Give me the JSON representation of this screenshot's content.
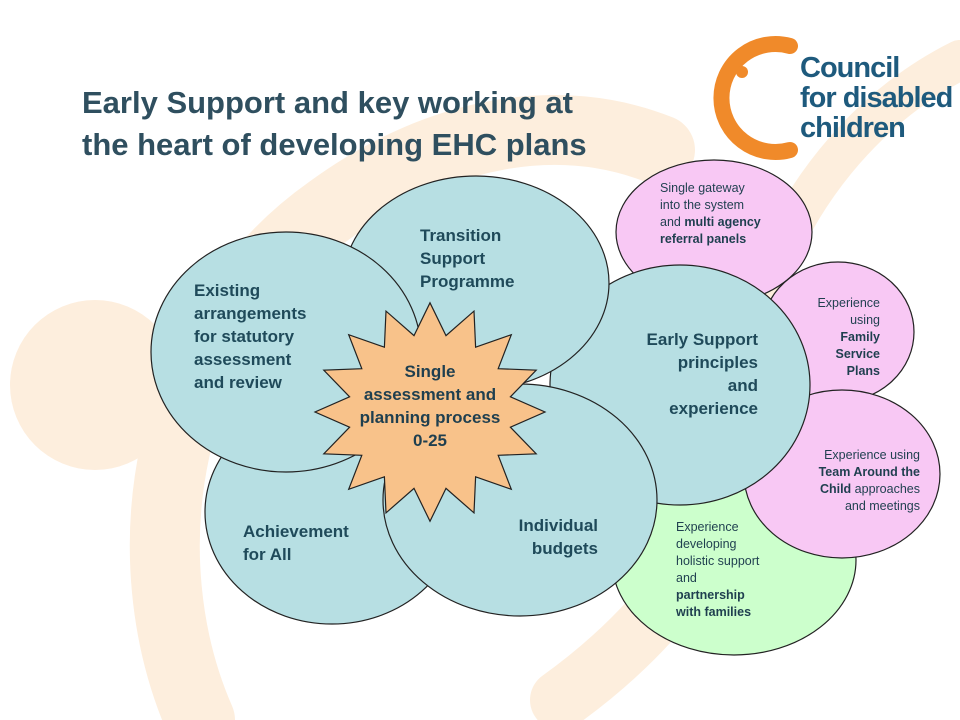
{
  "title": {
    "line1": "Early Support and key working at",
    "line2": "the heart of developing EHC plans"
  },
  "logo": {
    "line1": "Council",
    "line2": "for disabled",
    "line3": "children",
    "color_orange": "#f08a2a",
    "color_blue": "#1e5a7d"
  },
  "colors": {
    "teal_circle": "#b7dfe3",
    "pink_circle": "#f8c8f4",
    "green_circle": "#ccffcc",
    "star": "#f8c28a",
    "background_arc": "#fdeedd",
    "title": "#2f4f5f"
  },
  "teal_circles": {
    "transition": [
      "Transition",
      "Support",
      "Programme"
    ],
    "existing": [
      "Existing",
      "arrangements",
      "for statutory",
      "assessment",
      "and review"
    ],
    "early_support": [
      "Early Support",
      "principles",
      "and",
      "experience"
    ],
    "achievement": [
      "Achievement",
      "for All"
    ],
    "budgets": [
      "Individual",
      "budgets"
    ]
  },
  "star": {
    "lines": [
      "Single",
      "assessment and",
      "planning process",
      "0-25"
    ]
  },
  "side_circles": {
    "gateway": {
      "plain": [
        "Single gateway",
        "into the system",
        "and "
      ],
      "bold": [
        "multi agency",
        "referral panels"
      ]
    },
    "family": {
      "plain": [
        "Experience",
        "using"
      ],
      "bold": [
        "Family",
        "Service",
        "Plans"
      ]
    },
    "team": {
      "l1": "Experience using",
      "l2_bold": "Team Around the",
      "l3_bold": "Child",
      "l3_plain": " approaches",
      "l4": "and meetings"
    },
    "holistic": {
      "plain": [
        "Experience",
        "developing",
        "holistic support",
        "and"
      ],
      "bold": [
        "partnership",
        "with families"
      ]
    }
  }
}
